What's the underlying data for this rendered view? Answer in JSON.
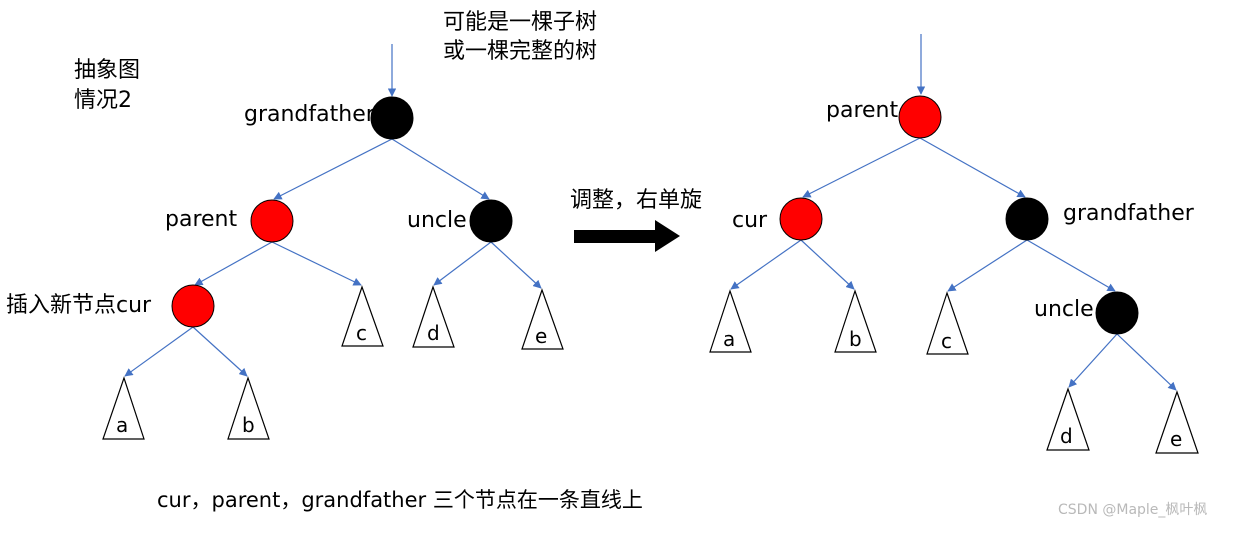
{
  "colors": {
    "red_node": "#ff0000",
    "black_node": "#000000",
    "edge": "#4472c4",
    "arrow": "#000000"
  },
  "left_diagram": {
    "title_line1": "抽象图",
    "title_line2": "情况2",
    "note": "可能是一棵子树或一棵完整的树",
    "grandfather_label": "grandfather",
    "parent_label": "parent",
    "uncle_label": "uncle",
    "cur_label": "插入新节点cur",
    "leaves": {
      "a": "a",
      "b": "b",
      "c": "c",
      "d": "d",
      "e": "e"
    }
  },
  "operation_label": "调整，右单旋",
  "right_diagram": {
    "parent_label": "parent",
    "cur_label": "cur",
    "grandfather_label": "grandfather",
    "uncle_label": "uncle",
    "leaves": {
      "a": "a",
      "b": "b",
      "c": "c",
      "d": "d",
      "e": "e"
    }
  },
  "caption": "cur，parent，grandfather 三个节点在一条直线上",
  "watermark": "CSDN @Maple_枫叶枫"
}
